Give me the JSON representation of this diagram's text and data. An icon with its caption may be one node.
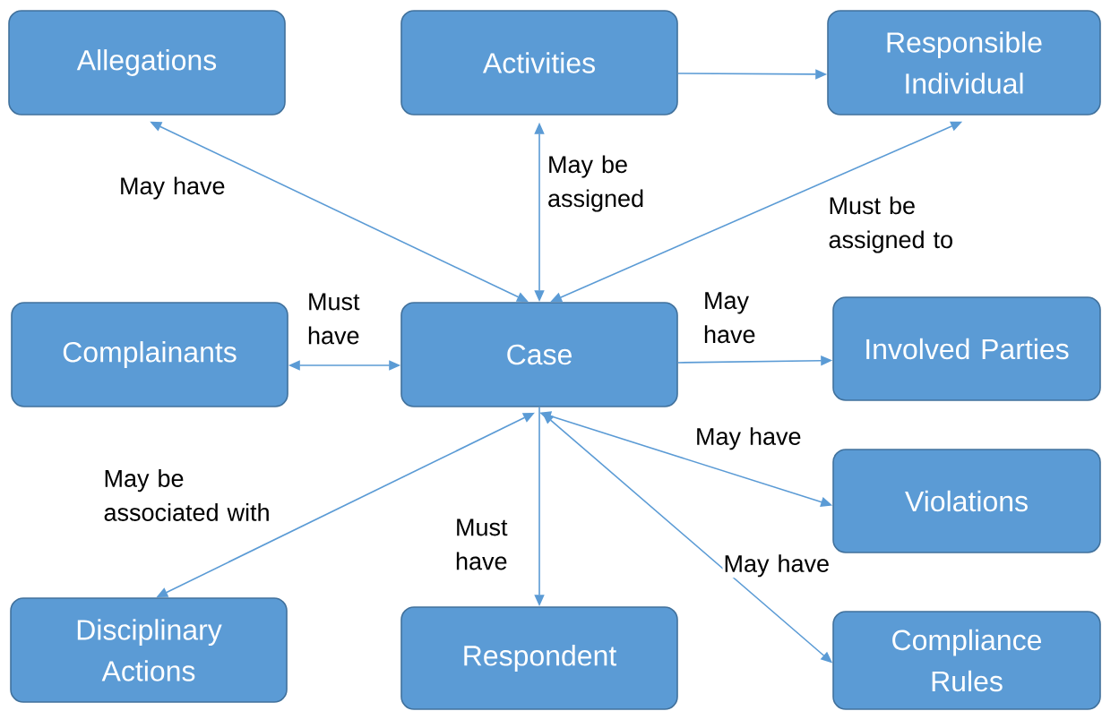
{
  "diagram": {
    "nodes": [
      {
        "text": [
          "Allegations"
        ]
      },
      {
        "text": [
          "Activities"
        ]
      },
      {
        "text": [
          "Responsible Individual"
        ]
      },
      {
        "text": [
          "Complainants"
        ]
      },
      {
        "text": [
          "Case"
        ]
      },
      {
        "text": [
          "Involved Parties"
        ]
      },
      {
        "text": [
          "Violations"
        ]
      },
      {
        "text": [
          "Disciplinary Actions"
        ]
      },
      {
        "text": [
          "Respondent"
        ]
      },
      {
        "text": [
          "Compliance Rules"
        ]
      }
    ],
    "edges": [
      {
        "from": 4,
        "to": 0,
        "arrow": "both",
        "label": "May have"
      },
      {
        "from": 4,
        "to": 1,
        "arrow": "both",
        "label": "May be assigned"
      },
      {
        "from": 1,
        "to": 2,
        "arrow": "to"
      },
      {
        "from": 4,
        "to": 2,
        "arrow": "both",
        "label": "Must be assigned to"
      },
      {
        "from": 4,
        "to": 3,
        "arrow": "both",
        "label": "Must have"
      },
      {
        "from": 4,
        "to": 5,
        "arrow": "to",
        "label": "May have"
      },
      {
        "from": 4,
        "to": 6,
        "arrow": "both",
        "label": "May have"
      },
      {
        "from": 4,
        "to": 7,
        "arrow": "both",
        "label": "May be associated with"
      },
      {
        "from": 4,
        "to": 8,
        "arrow": "to",
        "label": "Must have"
      },
      {
        "from": 4,
        "to": 9,
        "arrow": "both",
        "label": "May have"
      }
    ]
  }
}
